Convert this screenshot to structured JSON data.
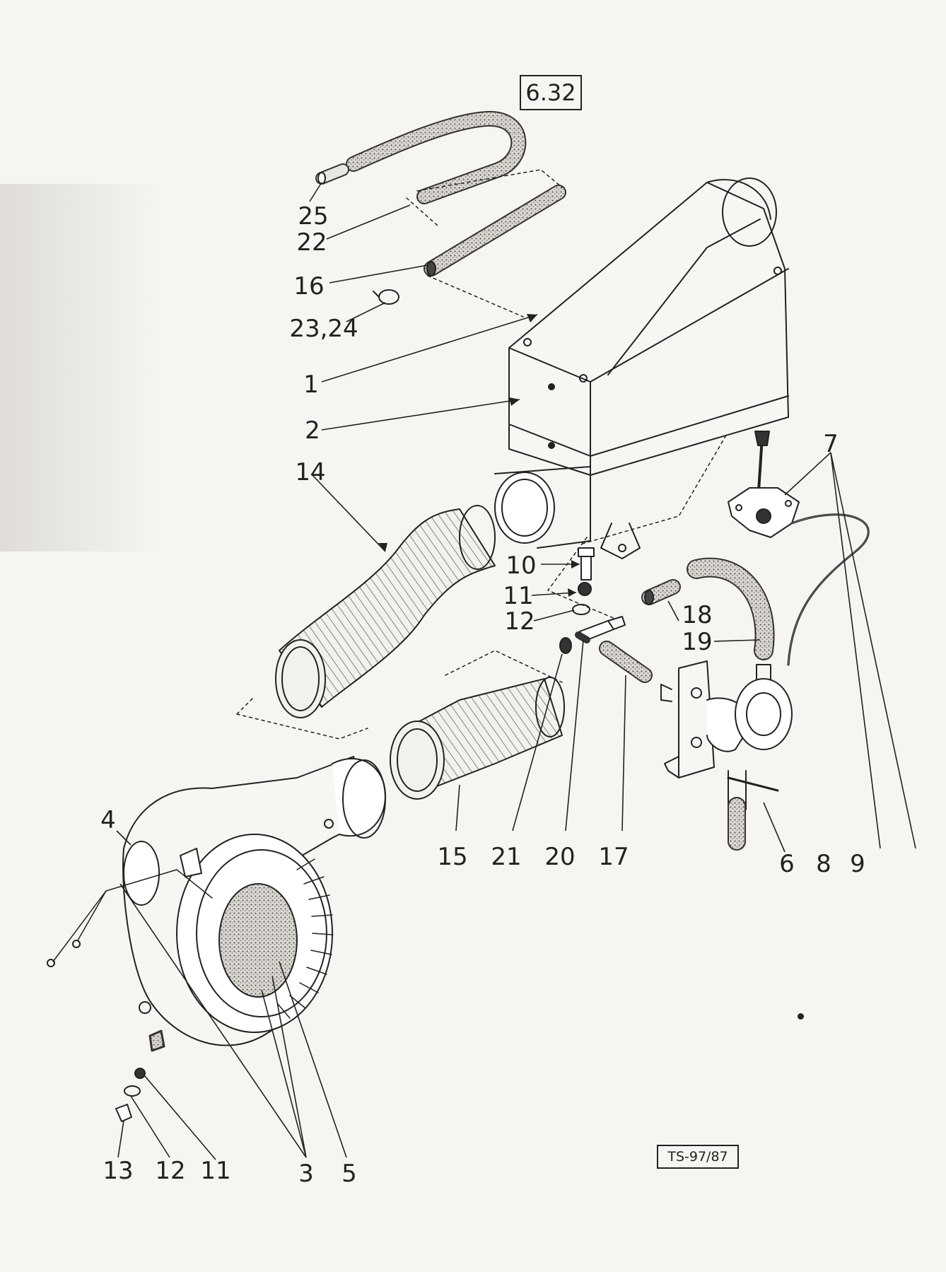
{
  "figure": {
    "figure_number": "6.32",
    "drawing_code": "TS-97/87"
  },
  "labels": {
    "l25": "25",
    "l22": "22",
    "l16": "16",
    "l2324": "23,24",
    "l1": "1",
    "l2": "2",
    "l14": "14",
    "l7": "7",
    "l10": "10",
    "l11a": "11",
    "l12a": "12",
    "l18": "18",
    "l19": "19",
    "l15": "15",
    "l21": "21",
    "l20": "20",
    "l17": "17",
    "l6": "6",
    "l8": "8",
    "l9": "9",
    "l4": "4",
    "l13": "13",
    "l12b": "12",
    "l11b": "11",
    "l3": "3",
    "l5": "5"
  },
  "colors": {
    "paper": "#f6f5f1",
    "ink": "#222222",
    "stipple": "#5a5a5a"
  }
}
